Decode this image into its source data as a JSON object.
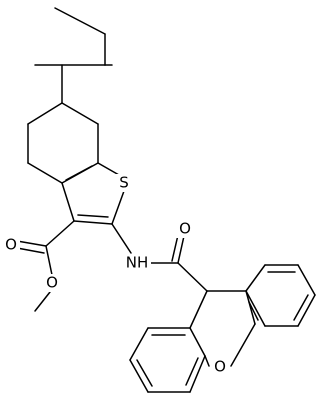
{
  "atom_labels": {
    "sulfur": "S",
    "amide_nh": "NH",
    "amide_oxygen": "O",
    "ester_carbonyl_oxygen": "O",
    "ester_ether_oxygen": "O",
    "xanthene_oxygen": "O"
  },
  "colors": {
    "bond": "#000000",
    "label": "#000000",
    "background": "#ffffff"
  }
}
